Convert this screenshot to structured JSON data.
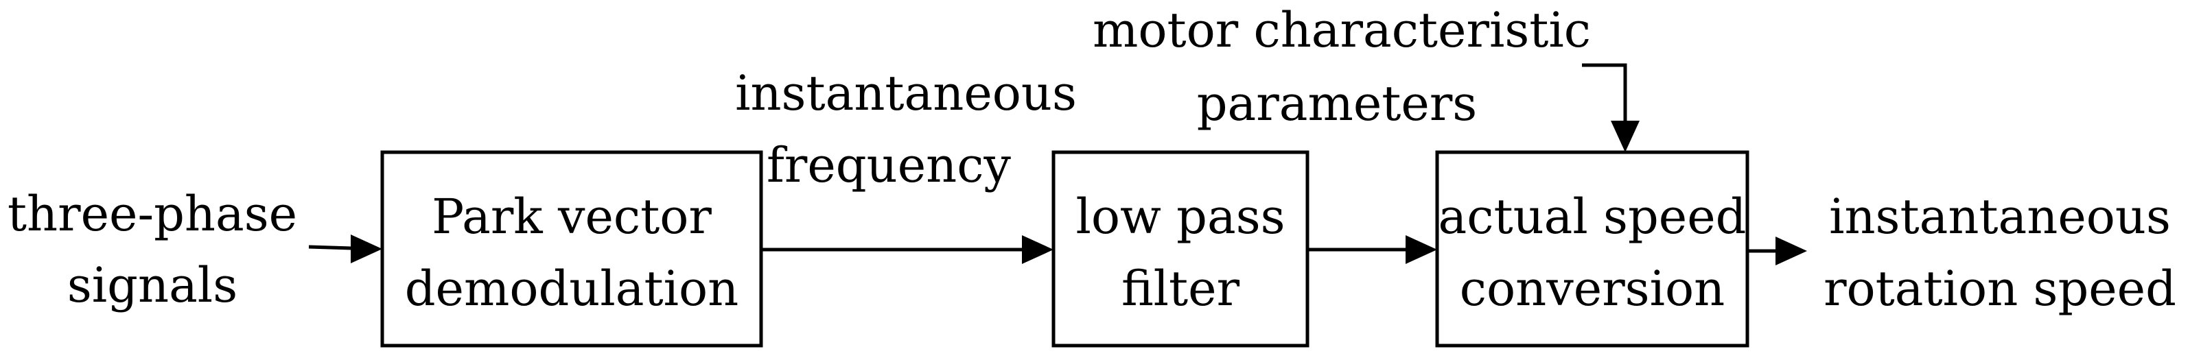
{
  "input": {
    "line1": "three-phase",
    "line2": "signals"
  },
  "blocks": [
    {
      "line1": "Park vector",
      "line2": "demodulation"
    },
    {
      "line1": "low pass",
      "line2": "filter"
    },
    {
      "line1": "actual speed",
      "line2": "conversion"
    }
  ],
  "intermediate": {
    "line1": "instantaneous",
    "line2": "frequency"
  },
  "parameter_input": {
    "line1": "motor characteristic",
    "line2": "parameters"
  },
  "output": {
    "line1": "instantaneous",
    "line2": "rotation speed"
  }
}
